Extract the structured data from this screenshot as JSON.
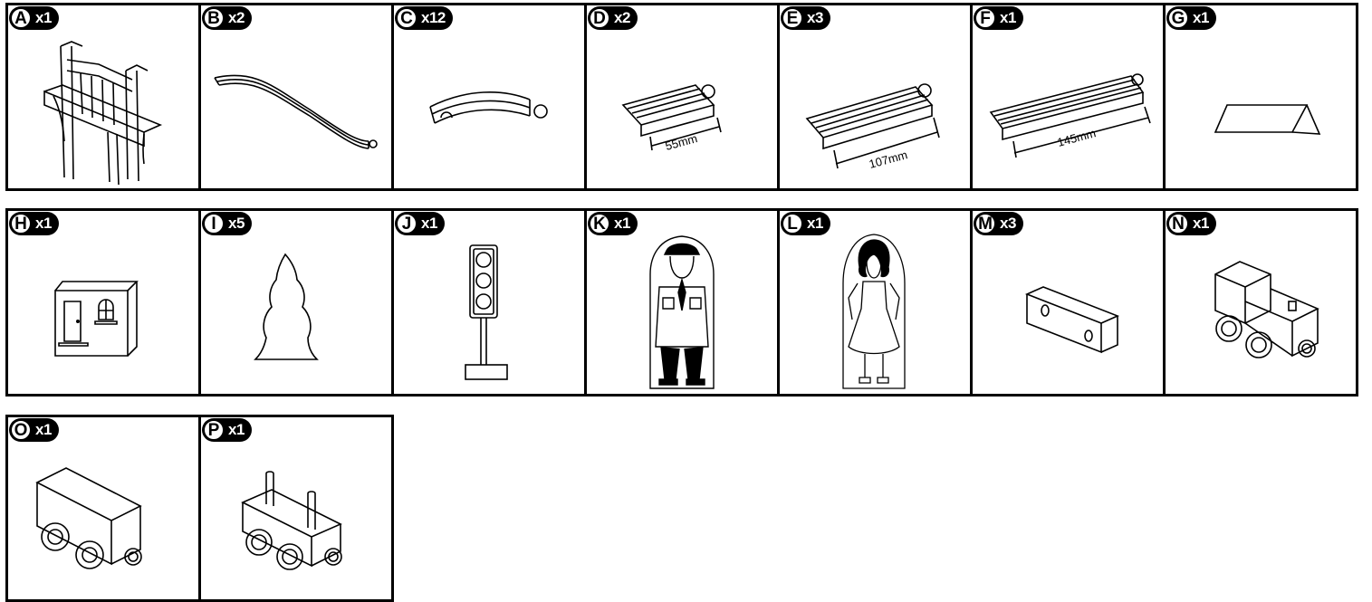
{
  "parts": [
    {
      "letter": "A",
      "qty": "x1",
      "icon": "bridge-icon"
    },
    {
      "letter": "B",
      "qty": "x2",
      "icon": "ramp-track-icon"
    },
    {
      "letter": "C",
      "qty": "x12",
      "icon": "curved-track-icon"
    },
    {
      "letter": "D",
      "qty": "x2",
      "icon": "short-track-icon",
      "dimension": "55mm"
    },
    {
      "letter": "E",
      "qty": "x3",
      "icon": "medium-track-icon",
      "dimension": "107mm"
    },
    {
      "letter": "F",
      "qty": "x1",
      "icon": "long-track-icon",
      "dimension": "145mm"
    },
    {
      "letter": "G",
      "qty": "x1",
      "icon": "wedge-block-icon"
    },
    {
      "letter": "H",
      "qty": "x1",
      "icon": "house-icon"
    },
    {
      "letter": "I",
      "qty": "x5",
      "icon": "tree-icon"
    },
    {
      "letter": "J",
      "qty": "x1",
      "icon": "traffic-light-icon"
    },
    {
      "letter": "K",
      "qty": "x1",
      "icon": "policeman-figure-icon"
    },
    {
      "letter": "L",
      "qty": "x1",
      "icon": "girl-figure-icon"
    },
    {
      "letter": "M",
      "qty": "x3",
      "icon": "connector-plate-icon"
    },
    {
      "letter": "N",
      "qty": "x1",
      "icon": "locomotive-icon"
    },
    {
      "letter": "O",
      "qty": "x1",
      "icon": "train-car-icon"
    },
    {
      "letter": "P",
      "qty": "x1",
      "icon": "tender-car-icon"
    }
  ]
}
